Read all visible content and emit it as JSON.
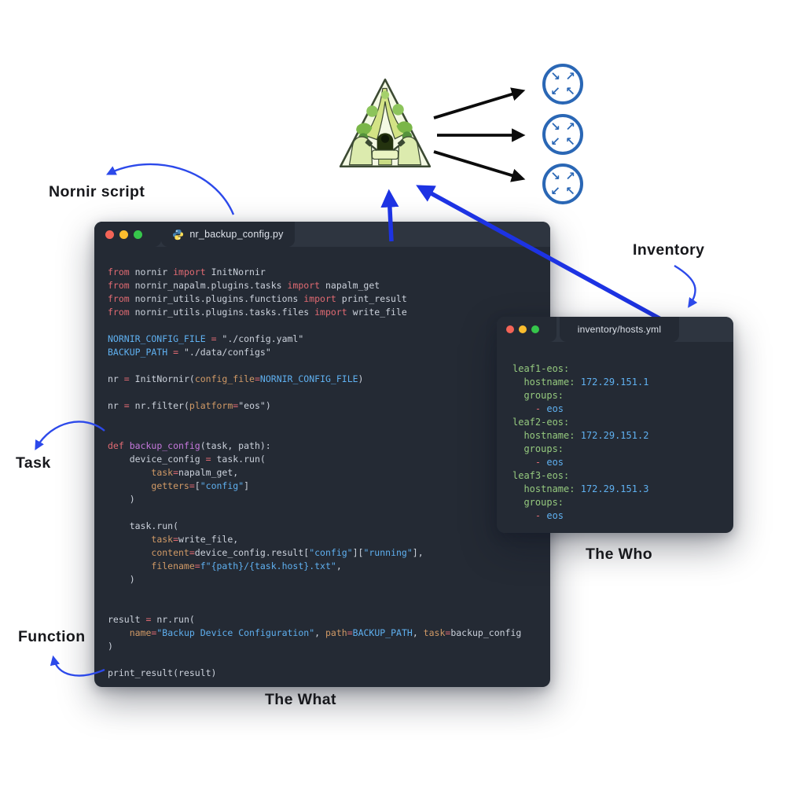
{
  "labels": {
    "nornir_script": "Nornir script",
    "inventory": "Inventory",
    "task": "Task",
    "function": "Function",
    "the_who": "The Who",
    "the_what": "The What"
  },
  "code_window": {
    "title": "nr_backup_config.py",
    "lines": [
      [
        [
          "r",
          "from"
        ],
        [
          "w",
          " nornir "
        ],
        [
          "r",
          "import"
        ],
        [
          "w",
          " InitNornir"
        ]
      ],
      [
        [
          "r",
          "from"
        ],
        [
          "w",
          " nornir_napalm.plugins.tasks "
        ],
        [
          "r",
          "import"
        ],
        [
          "w",
          " napalm_get"
        ]
      ],
      [
        [
          "r",
          "from"
        ],
        [
          "w",
          " nornir_utils.plugins.functions "
        ],
        [
          "r",
          "import"
        ],
        [
          "w",
          " print_result"
        ]
      ],
      [
        [
          "r",
          "from"
        ],
        [
          "w",
          " nornir_utils.plugins.tasks.files "
        ],
        [
          "r",
          "import"
        ],
        [
          "w",
          " write_file"
        ]
      ],
      [],
      [
        [
          "b",
          "NORNIR_CONFIG_FILE"
        ],
        [
          "w",
          " "
        ],
        [
          "r",
          "="
        ],
        [
          "w",
          " \"./config.yaml\""
        ]
      ],
      [
        [
          "b",
          "BACKUP_PATH"
        ],
        [
          "w",
          " "
        ],
        [
          "r",
          "="
        ],
        [
          "w",
          " \"./data/configs\""
        ]
      ],
      [],
      [
        [
          "w",
          "nr "
        ],
        [
          "r",
          "="
        ],
        [
          "w",
          " InitNornir("
        ],
        [
          "o",
          "config_file"
        ],
        [
          "r",
          "="
        ],
        [
          "b",
          "NORNIR_CONFIG_FILE"
        ],
        [
          "w",
          ")"
        ]
      ],
      [],
      [
        [
          "w",
          "nr "
        ],
        [
          "r",
          "="
        ],
        [
          "w",
          " nr.filter("
        ],
        [
          "o",
          "platform"
        ],
        [
          "r",
          "="
        ],
        [
          "w",
          "\"eos\")"
        ]
      ],
      [],
      [],
      [
        [
          "r",
          "def "
        ],
        [
          "p",
          "backup_config"
        ],
        [
          "w",
          "(task, path):"
        ]
      ],
      [
        [
          "w",
          "    device_config "
        ],
        [
          "r",
          "="
        ],
        [
          "w",
          " task.run("
        ]
      ],
      [
        [
          "w",
          "        "
        ],
        [
          "o",
          "task"
        ],
        [
          "r",
          "="
        ],
        [
          "w",
          "napalm_get,"
        ]
      ],
      [
        [
          "w",
          "        "
        ],
        [
          "o",
          "getters"
        ],
        [
          "r",
          "="
        ],
        [
          "w",
          "["
        ],
        [
          "b",
          "\"config\""
        ],
        [
          "w",
          "]"
        ]
      ],
      [
        [
          "w",
          "    )"
        ]
      ],
      [],
      [
        [
          "w",
          "    task.run("
        ]
      ],
      [
        [
          "w",
          "        "
        ],
        [
          "o",
          "task"
        ],
        [
          "r",
          "="
        ],
        [
          "w",
          "write_file,"
        ]
      ],
      [
        [
          "w",
          "        "
        ],
        [
          "o",
          "content"
        ],
        [
          "r",
          "="
        ],
        [
          "w",
          "device_config.result["
        ],
        [
          "b",
          "\"config\""
        ],
        [
          "w",
          "]["
        ],
        [
          "b",
          "\"running\""
        ],
        [
          "w",
          "],"
        ]
      ],
      [
        [
          "w",
          "        "
        ],
        [
          "o",
          "filename"
        ],
        [
          "r",
          "="
        ],
        [
          "b",
          "f\"{path}/{task.host}.txt\""
        ],
        [
          "w",
          ","
        ]
      ],
      [
        [
          "w",
          "    )"
        ]
      ],
      [],
      [],
      [
        [
          "w",
          "result "
        ],
        [
          "r",
          "="
        ],
        [
          "w",
          " nr.run("
        ]
      ],
      [
        [
          "w",
          "    "
        ],
        [
          "o",
          "name"
        ],
        [
          "r",
          "="
        ],
        [
          "b",
          "\"Backup Device Configuration\""
        ],
        [
          "w",
          ", "
        ],
        [
          "o",
          "path"
        ],
        [
          "r",
          "="
        ],
        [
          "b",
          "BACKUP_PATH"
        ],
        [
          "w",
          ", "
        ],
        [
          "o",
          "task"
        ],
        [
          "r",
          "="
        ],
        [
          "w",
          "backup_config"
        ]
      ],
      [
        [
          "w",
          ")"
        ]
      ],
      [],
      [
        [
          "w",
          "print_result(result)"
        ]
      ]
    ]
  },
  "inventory_window": {
    "title": "inventory/hosts.yml",
    "lines": [
      [
        [
          "g",
          "leaf1-eos:"
        ]
      ],
      [
        [
          "w",
          "  "
        ],
        [
          "g",
          "hostname:"
        ],
        [
          "w",
          " "
        ],
        [
          "b",
          "172.29.151.1"
        ]
      ],
      [
        [
          "w",
          "  "
        ],
        [
          "g",
          "groups:"
        ]
      ],
      [
        [
          "w",
          "    "
        ],
        [
          "r",
          "- "
        ],
        [
          "b",
          "eos"
        ]
      ],
      [
        [
          "g",
          "leaf2-eos:"
        ]
      ],
      [
        [
          "w",
          "  "
        ],
        [
          "g",
          "hostname:"
        ],
        [
          "w",
          " "
        ],
        [
          "b",
          "172.29.151.2"
        ]
      ],
      [
        [
          "w",
          "  "
        ],
        [
          "g",
          "groups:"
        ]
      ],
      [
        [
          "w",
          "    "
        ],
        [
          "r",
          "- "
        ],
        [
          "b",
          "eos"
        ]
      ],
      [
        [
          "g",
          "leaf3-eos:"
        ]
      ],
      [
        [
          "w",
          "  "
        ],
        [
          "g",
          "hostname:"
        ],
        [
          "w",
          " "
        ],
        [
          "b",
          "172.29.151.3"
        ]
      ],
      [
        [
          "w",
          "  "
        ],
        [
          "g",
          "groups:"
        ]
      ],
      [
        [
          "w",
          "    "
        ],
        [
          "r",
          "- "
        ],
        [
          "b",
          "eos"
        ]
      ]
    ]
  },
  "router_icon": {
    "arrows": [
      "↘",
      "↗",
      "↙",
      "↖"
    ]
  },
  "colors": {
    "window_body": "#242a34",
    "titlebar": "#2e3540",
    "arrow_black": "#0c0c0c",
    "arrow_blue": "#1d33e3",
    "curve_blue": "#2c49ea",
    "router_blue": "#2a67b5",
    "syntax_red": "#e16a72",
    "syntax_blue": "#5fb0f0",
    "syntax_orange": "#d19a66",
    "syntax_purple": "#c678dd",
    "syntax_green": "#95c97e"
  }
}
